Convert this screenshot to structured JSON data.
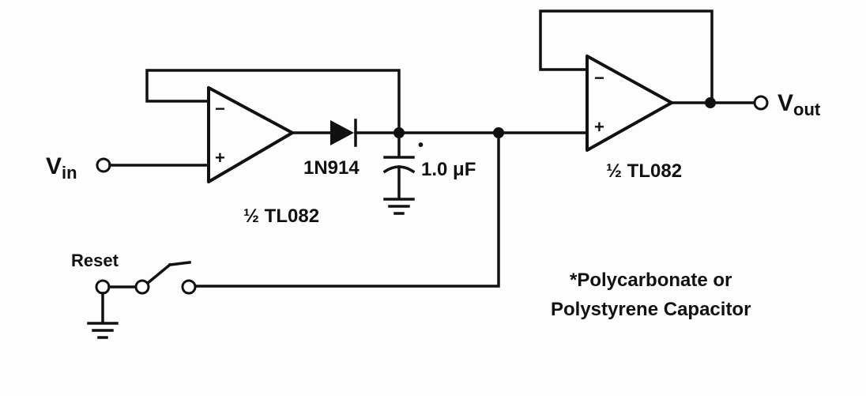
{
  "diagram": {
    "type": "circuit-schematic",
    "title": "Peak detector with reset",
    "nodes": {
      "input": {
        "label": "V",
        "subscript": "in"
      },
      "output": {
        "label": "V",
        "subscript": "out"
      }
    },
    "components": {
      "opamp1": {
        "label": "½  TL082",
        "inverting_sign": "−",
        "noninverting_sign": "+"
      },
      "opamp2": {
        "label": "½  TL082",
        "inverting_sign": "−",
        "noninverting_sign": "+"
      },
      "diode": {
        "label": "1N914"
      },
      "capacitor": {
        "label": "1.0 μF",
        "marker": "•"
      },
      "switch": {
        "label": "Reset"
      }
    },
    "note": {
      "line1": "*Polycarbonate or",
      "line2": "Polystyrene Capacitor"
    }
  }
}
